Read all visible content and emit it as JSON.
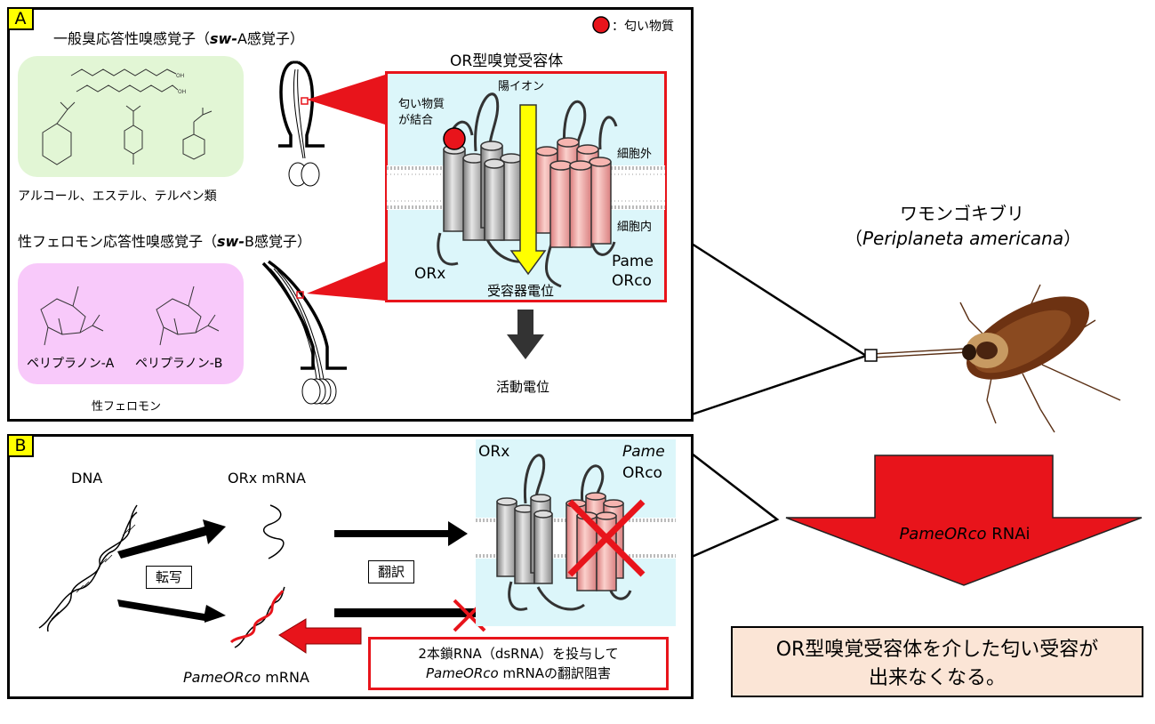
{
  "panelA": {
    "label": "A",
    "legend": "：匂い物質",
    "sensillum_a_title_pre": "一般臭応答性嗅感覚子（",
    "sensillum_a_title_it": "sw-",
    "sensillum_a_title_post": "A感覚子）",
    "alcohol_caption": "アルコール、エステル、テルペン類",
    "sensillum_b_title_pre": "性フェロモン応答性嗅感覚子（",
    "sensillum_b_title_it": "sw-",
    "sensillum_b_title_post": "B感覚子）",
    "periplanone_a": "ペリプラノン-A",
    "periplanone_b": "ペリプラノン-B",
    "pheromone_caption": "性フェロモン",
    "receptor_title": "OR型嗅覚受容体",
    "cation": "陽イオン",
    "odor_binding_1": "匂い物質",
    "odor_binding_2": "が結合",
    "extracellular": "細胞外",
    "intracellular": "細胞内",
    "orx": "ORx",
    "pame": "Pame",
    "orco": "ORco",
    "receptor_potential": "受容器電位",
    "action_potential": "活動電位"
  },
  "roach": {
    "name_jp": "ワモンゴキブリ",
    "name_sci_open": "（",
    "name_sci": "Periplaneta americana",
    "name_sci_close": "）"
  },
  "panelB": {
    "label": "B",
    "dna": "DNA",
    "orx_mrna": "ORx mRNA",
    "transcription": "転写",
    "translation": "翻訳",
    "orx": "ORx",
    "pame": "Pame",
    "orco": "ORco",
    "pameorco_mrna_it": "PameORco",
    "pameorco_mrna_rest": " mRNA",
    "dsrna_line1": "2本鎖RNA（dsRNA）を投与して",
    "dsrna_line2_it": "PameORco",
    "dsrna_line2_rest": " mRNAの翻訳阻害"
  },
  "rnai": {
    "label_it": "PameORco",
    "label_rest": " RNAi"
  },
  "result": {
    "line1": "OR型嗅覚受容体を介した匂い受容が",
    "line2": "出来なくなる。"
  },
  "colors": {
    "red": "#e8141b",
    "yellow": "#ffff00",
    "cyan": "#dcf6fa",
    "green": "#e2f6d5",
    "pink": "#f8c9fa",
    "peach": "#fbe5d6"
  }
}
